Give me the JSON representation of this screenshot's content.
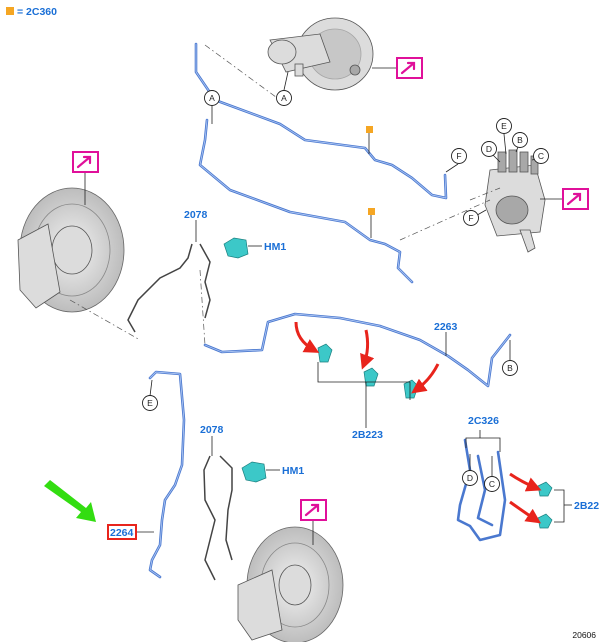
{
  "legend": {
    "swatch_color": "#f5a623",
    "text": "= 2C360"
  },
  "labels": {
    "l2078_top": "2078",
    "hm1_top": "HM1",
    "l2263": "2263",
    "l2b223": "2B223",
    "l2078_bottom": "2078",
    "hm1_bottom": "HM1",
    "l2c326": "2C326",
    "l2b22": "2B22",
    "l2264": "2264"
  },
  "callouts": {
    "a_upper": "A",
    "a_booster": "A",
    "f_upper": "F",
    "f_lower": "F",
    "e_valve": "E",
    "d_valve": "D",
    "b_valve": "B",
    "c_valve": "C",
    "b_right": "B",
    "e_left": "E",
    "d_bottom": "D",
    "c_bottom": "C"
  },
  "figure_number": "20606",
  "colors": {
    "pipe": "#4a78cf",
    "label_blue": "#1a6fd6",
    "link_magenta": "#e0109a",
    "clip_cyan": "#3cc8c8",
    "arrow_red": "#e8241c",
    "arrow_green": "#33dd11",
    "highlight_red": "#e8241c",
    "marker_orange": "#f5a623"
  },
  "icons": {
    "link": "arrow-link-icon"
  }
}
